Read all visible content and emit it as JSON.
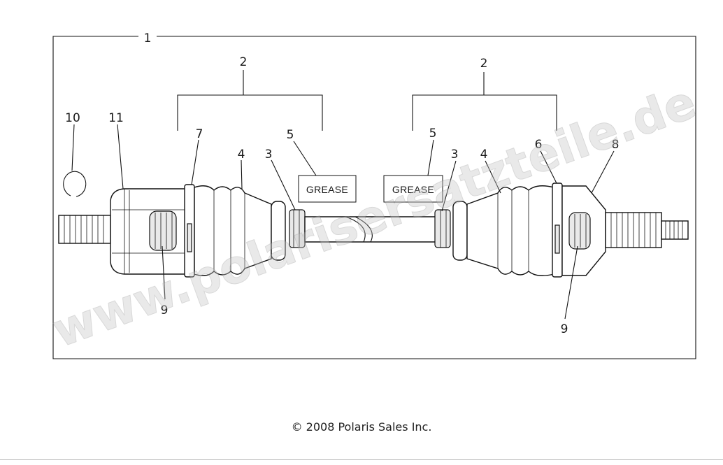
{
  "diagram": {
    "callouts": {
      "c1": "1",
      "c2a": "2",
      "c2b": "2",
      "c3a": "3",
      "c3b": "3",
      "c4a": "4",
      "c4b": "4",
      "c5a": "5",
      "c5b": "5",
      "c6": "6",
      "c7": "7",
      "c8": "8",
      "c9a": "9",
      "c9b": "9",
      "c10": "10",
      "c11": "11"
    },
    "grease_left": "GREASE",
    "grease_right": "GREASE",
    "watermark": "www.polarisersatzteile.de"
  },
  "footer": {
    "copyright": "© 2008 Polaris Sales Inc."
  },
  "colors": {
    "line": "#111111",
    "watermark": "#c8c8c8"
  }
}
